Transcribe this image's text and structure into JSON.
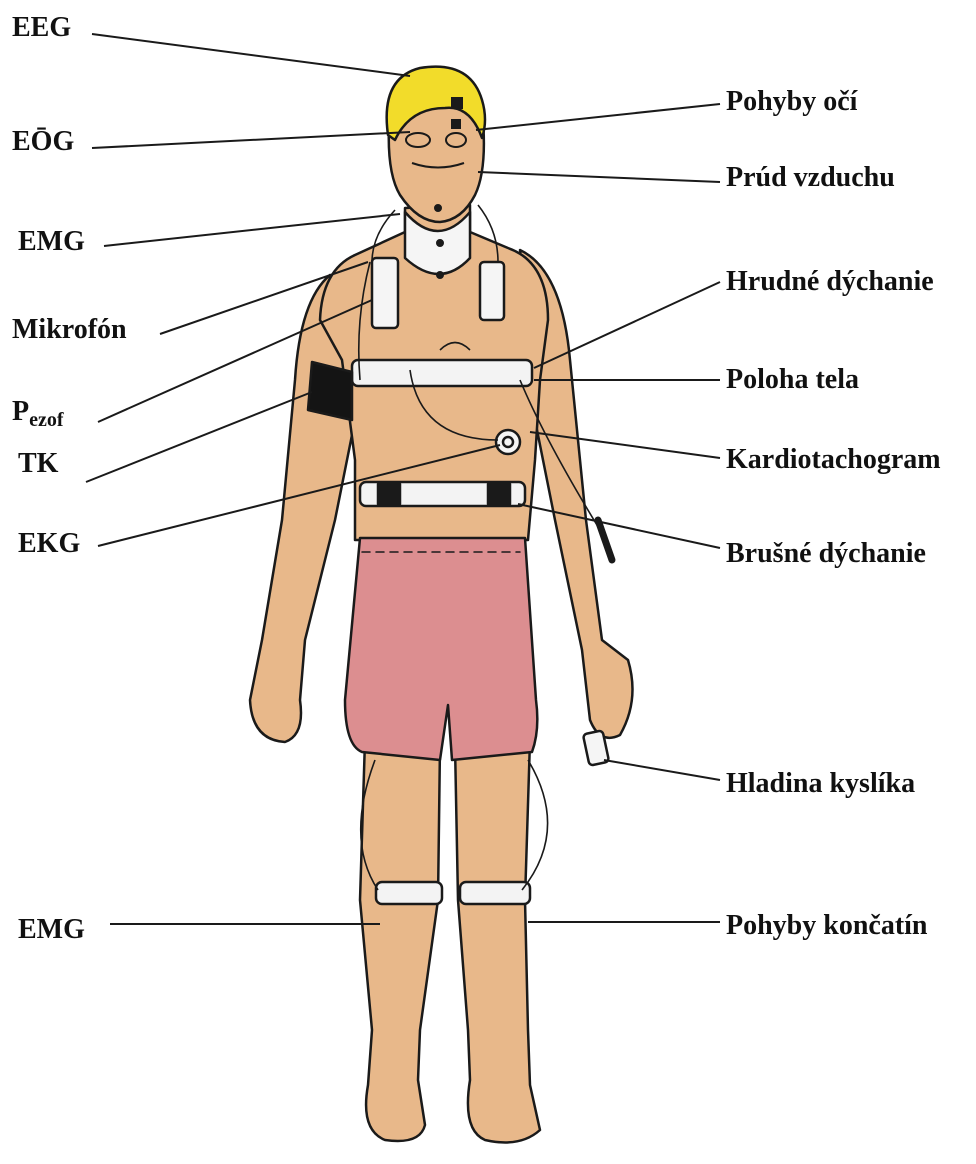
{
  "labels_left": {
    "eeg": "EEG",
    "eog": "EŌG",
    "emg_top": "EMG",
    "mikrofon": "Mikrofón",
    "pezof_main": "P",
    "pezof_sub": "ezof",
    "tk": "TK",
    "ekg": "EKG",
    "emg_bottom": "EMG"
  },
  "labels_right": {
    "pohyby_oci": "Pohyby očí",
    "prud_vzduchu": "Prúd vzduchu",
    "hrudne_dychanie": "Hrudné dýchanie",
    "poloha_tela": "Poloha tela",
    "kardiotachogram": "Kardiotachogram",
    "brusne_dychanie": "Brušné dýchanie",
    "hladina_kyslika": "Hladina kyslíka",
    "pohyby_koncatin": "Pohyby končatín"
  },
  "colors": {
    "skin": "#e8b88a",
    "hair": "#f2dc2a",
    "shorts": "#dc8e90",
    "outline": "#1a1a1a",
    "cuff": "#141414",
    "belt": "#f3f3f3"
  }
}
